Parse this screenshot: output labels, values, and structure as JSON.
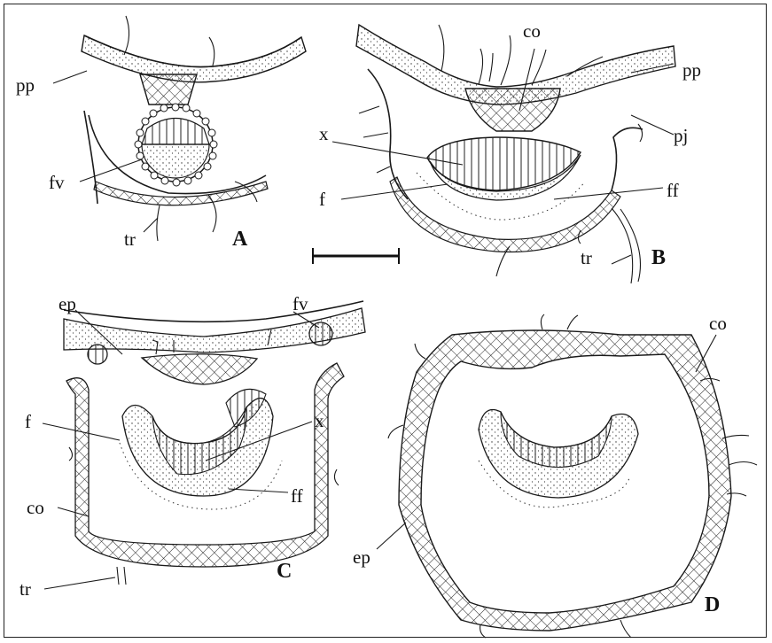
{
  "figure": {
    "panels": [
      {
        "id": "A",
        "labels": [
          "pp",
          "fv",
          "tr"
        ]
      },
      {
        "id": "B",
        "labels": [
          "co",
          "pp",
          "pj",
          "x",
          "f",
          "ff",
          "tr"
        ]
      },
      {
        "id": "C",
        "labels": [
          "ep",
          "fv",
          "f",
          "x",
          "co",
          "ff",
          "tr"
        ]
      },
      {
        "id": "D",
        "labels": [
          "co",
          "ep"
        ]
      }
    ]
  }
}
